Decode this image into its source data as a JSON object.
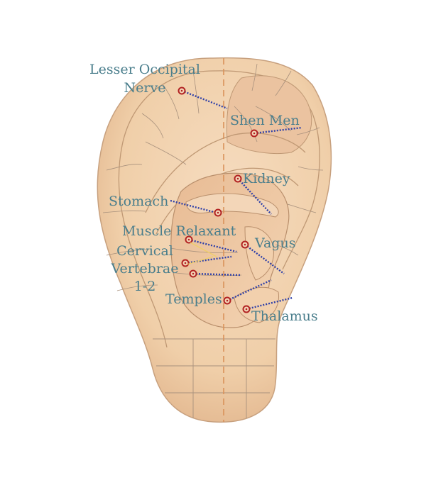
{
  "labels": {
    "lesser_occipital_line1": "Lesser Occipital",
    "lesser_occipital_line2": "Nerve",
    "shen_men": "Shen Men",
    "kidney": "Kidney",
    "stomach": "Stomach",
    "muscle_relaxant": "Muscle Relaxant",
    "vagus": "Vagus",
    "cervical_line1": "Cervical",
    "cervical_line2": "Vertebrae",
    "cervical_line3": "1-2",
    "temples": "Temples",
    "thalamus": "Thalamus"
  },
  "colors": {
    "label_text": "#4a7e8c",
    "skin": "#f2d3b0",
    "skin_shadow": "#d9ab85",
    "zone_lines": "#9c8a78",
    "leader_lines": "#2e3fa8",
    "point_marker": "#b22222",
    "midline": "#d9925a"
  }
}
